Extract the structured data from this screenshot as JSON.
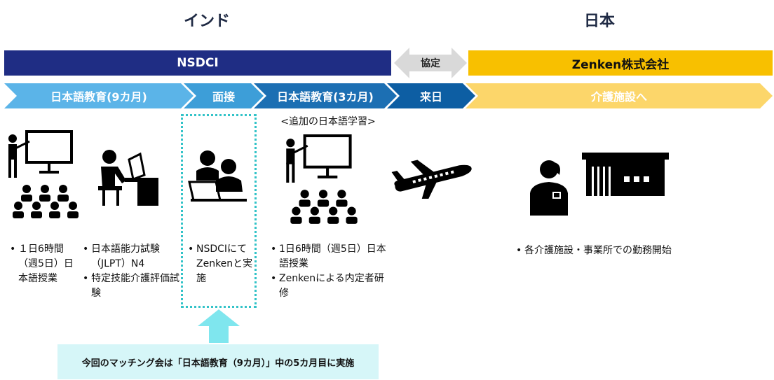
{
  "regions": {
    "india": "インド",
    "japan": "日本"
  },
  "bars": {
    "nsdci": "NSDCI",
    "agreement": "協定",
    "zenken": "Zenken株式会社"
  },
  "steps": [
    {
      "label": "日本語教育(9カ月)",
      "color": "#5bb4e8"
    },
    {
      "label": "面接",
      "color": "#3d9ed8"
    },
    {
      "label": "日本語教育(3カ月)",
      "color": "#1c6fb3"
    },
    {
      "label": "来日",
      "color": "#0d5ea3"
    },
    {
      "label": "介護施設へ",
      "color": "#fcd66a"
    }
  ],
  "extra_study_caption": "<追加の日本語学習>",
  "bullets": {
    "col1": [
      "１日6時間（週5日）日本語授業"
    ],
    "col2": [
      "日本語能力試験（JLPT）N4",
      "特定技能介護評価試験"
    ],
    "col3": [
      "NSDCIにてZenkenと実施"
    ],
    "col4": [
      "1日6時間（週5日）日本語授業",
      "Zenkenによる内定者研修"
    ],
    "col5": [
      "各介護施設・事業所での勤務開始"
    ]
  },
  "note": "今回のマッチング会は「日本語教育（9カ月）」中の5カ月目に実施",
  "colors": {
    "nsdci": "#1f2d84",
    "zenken": "#f8c000",
    "agreement_arrow": "#d9d9d9",
    "highlight": "#33c3c8",
    "up_arrow": "#7fe6ee"
  }
}
